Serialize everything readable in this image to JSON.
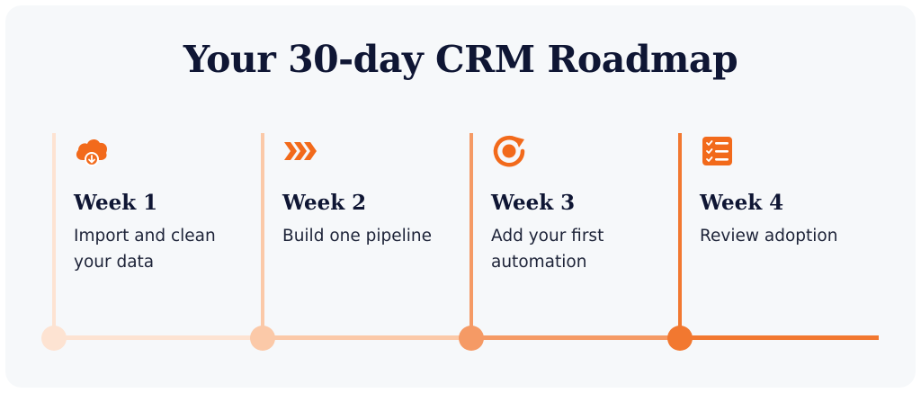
{
  "title": "Your 30-day CRM Roadmap",
  "colors": {
    "background": "#f6f8fa",
    "title": "#0f1634",
    "accent": "#f26a1b",
    "step_tints": [
      "#fde3d2",
      "#fbc9a8",
      "#f59a65",
      "#f27830"
    ]
  },
  "steps": [
    {
      "week": "Week 1",
      "description": "Import and clean your data",
      "icon": "cloud-download-icon"
    },
    {
      "week": "Week 2",
      "description": "Build one pipeline",
      "icon": "chevrons-right-icon"
    },
    {
      "week": "Week 3",
      "description": "Add your first automation",
      "icon": "circular-arrow-icon"
    },
    {
      "week": "Week 4",
      "description": "Review adoption",
      "icon": "checklist-icon"
    }
  ]
}
